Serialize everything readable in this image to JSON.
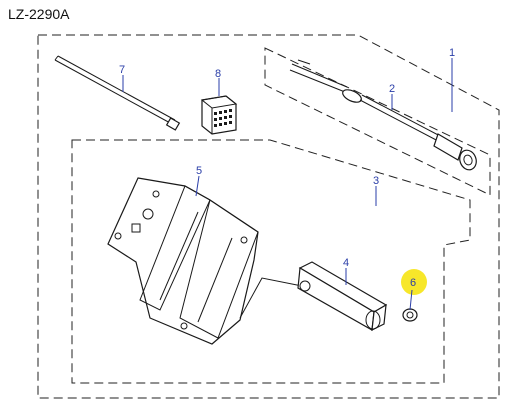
{
  "header": {
    "title": "LZ-2290A"
  },
  "colors": {
    "callout": "#2a3ea8",
    "highlight": "#f7e72a",
    "line": "#1a1a1a",
    "background": "#ffffff"
  },
  "callouts": [
    {
      "id": "1",
      "label": "1"
    },
    {
      "id": "2",
      "label": "2"
    },
    {
      "id": "3",
      "label": "3"
    },
    {
      "id": "4",
      "label": "4"
    },
    {
      "id": "5",
      "label": "5"
    },
    {
      "id": "6",
      "label": "6",
      "highlighted": true
    },
    {
      "id": "7",
      "label": "7"
    },
    {
      "id": "8",
      "label": "8"
    }
  ]
}
